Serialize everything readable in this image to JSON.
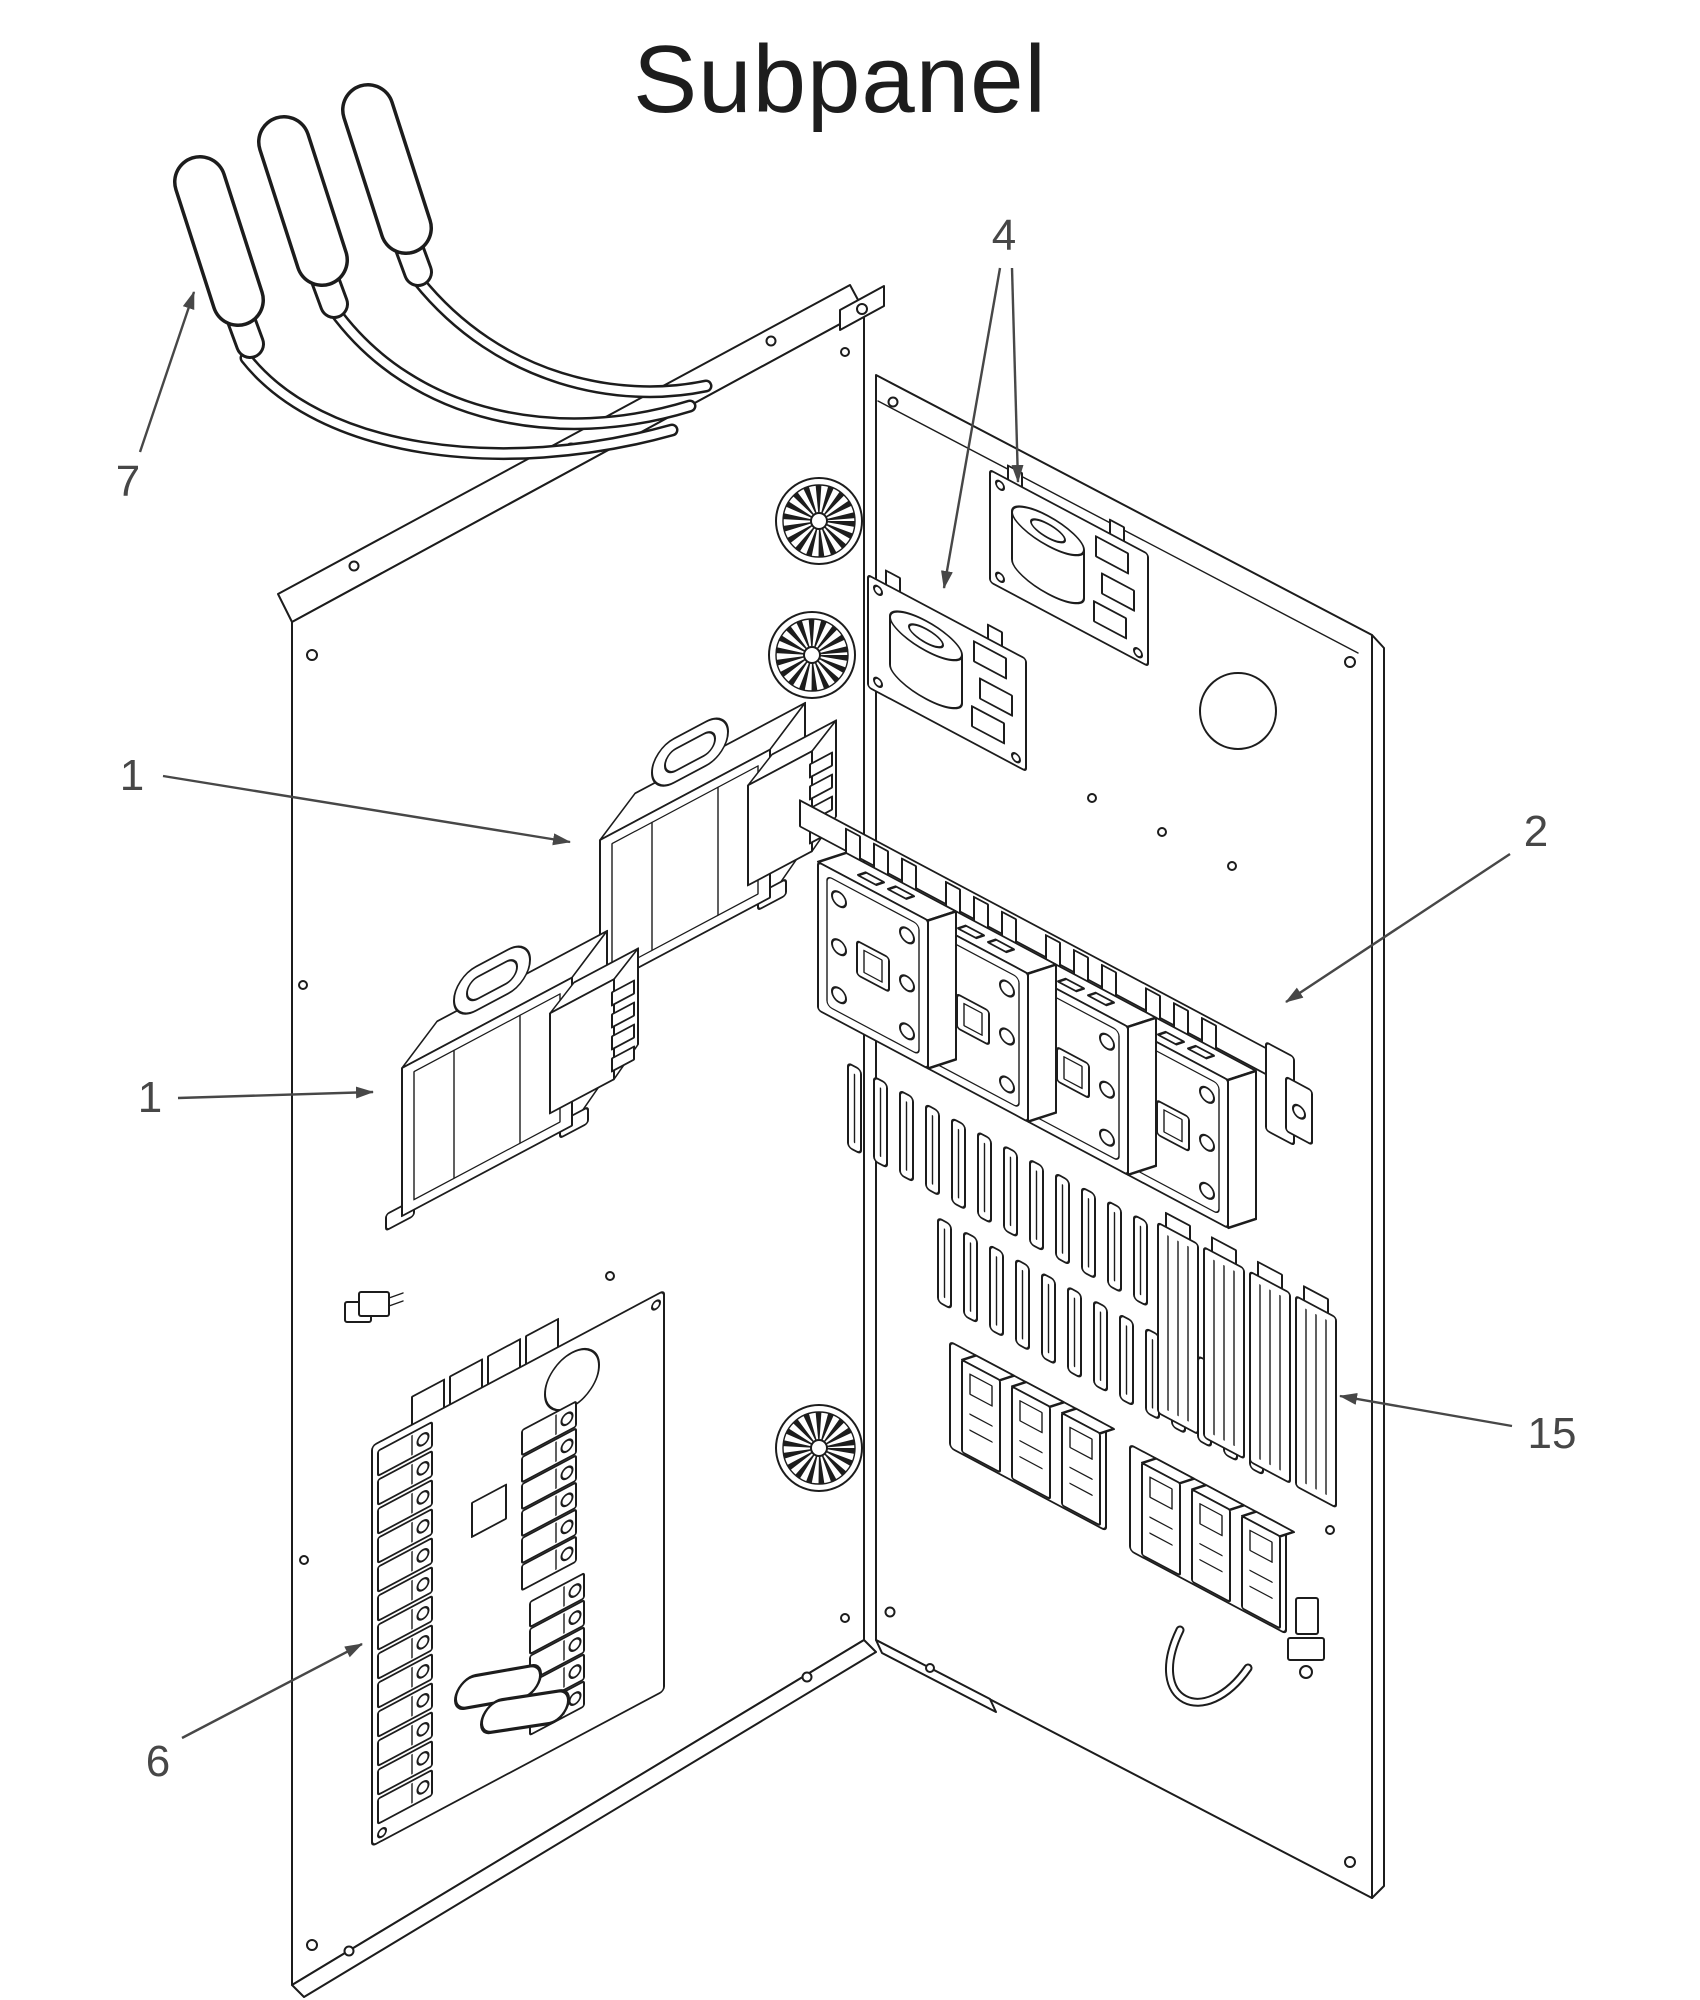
{
  "title": "Subpanel",
  "callouts": {
    "part7": {
      "label": "7"
    },
    "part1a": {
      "label": "1"
    },
    "part1b": {
      "label": "1"
    },
    "part4": {
      "label": "4"
    },
    "part2": {
      "label": "2"
    },
    "part15": {
      "label": "15"
    },
    "part6": {
      "label": "6"
    }
  },
  "colors": {
    "ink": "#1c1c1c",
    "callout": "#474747",
    "background": "#ffffff"
  }
}
